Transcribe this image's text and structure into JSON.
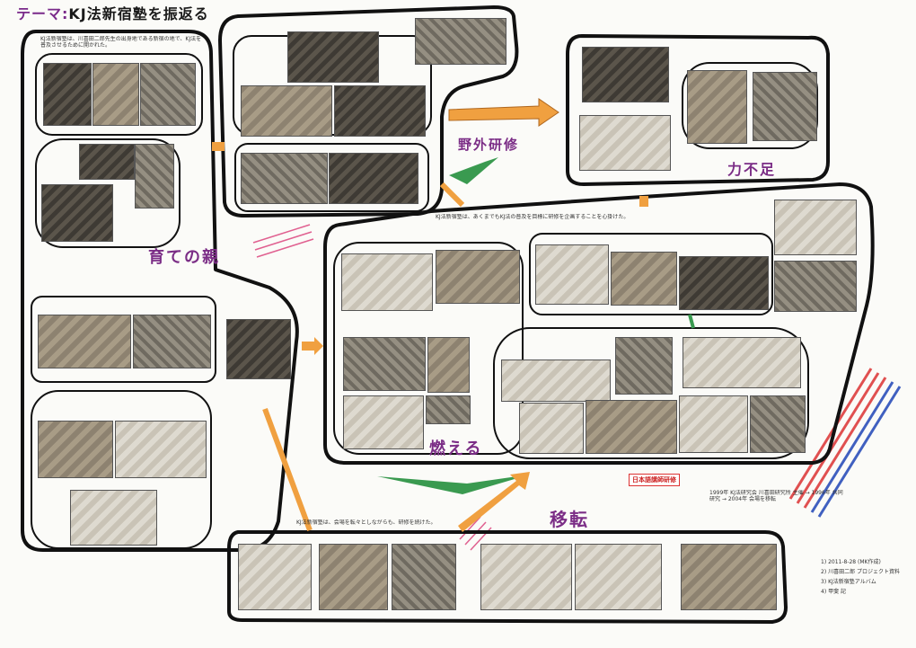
{
  "title": {
    "theme": "テーマ:",
    "text": "KJ法新宿塾を振返る"
  },
  "labels": {
    "parents": "育ての親",
    "fire": "燃える",
    "move": "移転",
    "shortage": "力不足",
    "field": "野外研修"
  },
  "badges": {
    "japan": "日本語講師研修"
  },
  "notes": {
    "top_intro": "KJ法新宿塾は、川喜田二郎先生の出身地である新宿の地で、KJ法を普及させるために開かれた。",
    "center_head": "KJ法新宿塾は、あくまでもKJ法の普及を目標に研修を企画することを心掛けた。",
    "bottom_head": "KJ法新宿塾は、会場を転々としながらも、研修を続けた。",
    "right_note": "1999年 KJ法研究会 川喜田研究所 主催 → 1996年 共同研究 → 2004年 会場を移転"
  },
  "legend": [
    "1) 2011-8-28 (MK作成)",
    "2) 川喜田二郎 プロジェクト資料",
    "3) KJ法新宿塾アルバム",
    "4) 甲斐 記"
  ],
  "colors": {
    "outline": "#111111",
    "accent_purple": "#7b2d86",
    "arrow_orange": "#f0a040",
    "arrow_green": "#3a9a50",
    "stripe_red": "#e05050",
    "stripe_blue": "#4060c0"
  }
}
